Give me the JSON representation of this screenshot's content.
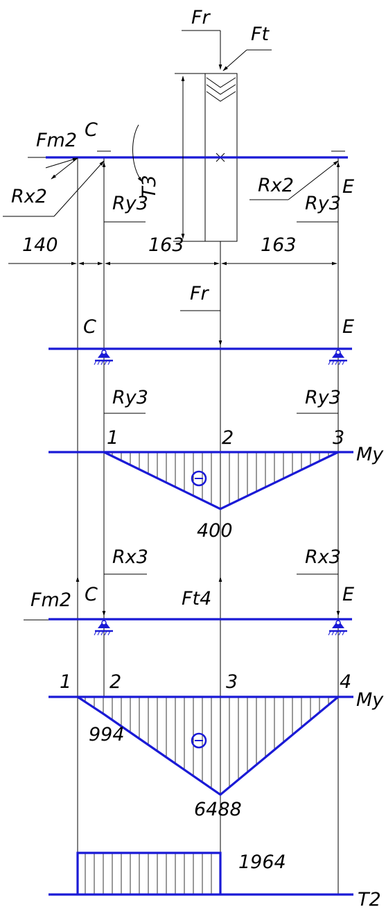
{
  "shaft": {
    "section_c": "C",
    "section_e": "E",
    "force_fr": "Fr",
    "force_ft": "Ft",
    "force_fm2": "Fm2",
    "torque": "T3",
    "reaction_x": "Rx2",
    "reaction_y": "Ry3"
  },
  "dimensions": {
    "span_1": "140",
    "span_2": "163",
    "span_3": "163"
  },
  "vertical_plane": {
    "section_c": "C",
    "section_e": "E",
    "force": "Fr",
    "reaction_left": "Ry3",
    "reaction_right": "Ry3"
  },
  "moment_diagram_1": {
    "point_1": "1",
    "point_2": "2",
    "point_3": "3",
    "axis_label": "My",
    "sign": "−",
    "value": "400"
  },
  "horizontal_plane": {
    "force_left": "Fm2",
    "section_c": "C",
    "section_e": "E",
    "force_center": "Ft4",
    "reaction_left": "Rx3",
    "reaction_right": "Rx3"
  },
  "moment_diagram_2": {
    "point_1": "1",
    "point_2": "2",
    "point_3": "3",
    "point_4": "4",
    "axis_label": "My",
    "sign": "−",
    "value_a": "994",
    "value_b": "6488"
  },
  "torque_diagram": {
    "value": "1964",
    "axis_label": "T2"
  },
  "colors": {
    "beam": "#1a1ad6",
    "lines": "#000000"
  }
}
